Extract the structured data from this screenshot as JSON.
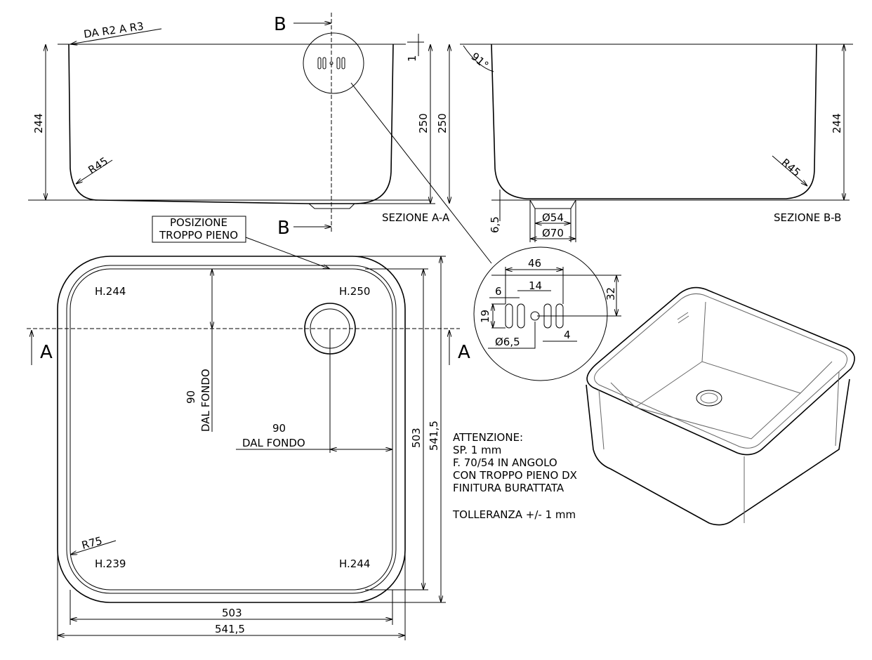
{
  "section_aa": {
    "title": "SEZIONE A-A",
    "cut_label": "B",
    "note_rim": "DA R2 A R3",
    "radius": "R45",
    "height_left": "244",
    "height_right": "250",
    "rim_offset": "1"
  },
  "section_bb": {
    "title": "SEZIONE B-B",
    "angle": "91°",
    "radius": "R45",
    "height_left": "250",
    "height_right": "244",
    "drain_depth": "6,5",
    "drain_inner": "Ø54",
    "drain_outer": "Ø70"
  },
  "plan": {
    "overflow_label_1": "POSIZIONE",
    "overflow_label_2": "TROPPO PIENO",
    "cut_label": "A",
    "corners": [
      "H.244",
      "H.250",
      "H.239",
      "H.244"
    ],
    "corner_radius": "R75",
    "offset_v_value": "90",
    "offset_v_text": "DAL FONDO",
    "offset_h_value": "90",
    "offset_h_text": "DAL FONDO",
    "inner_width": "503",
    "outer_width": "541,5",
    "inner_depth": "503",
    "outer_depth": "541,5"
  },
  "detail": {
    "width_total": "46",
    "slot_width": "6",
    "gap": "14",
    "height": "32",
    "slot_height": "19",
    "hole": "Ø6,5",
    "slot_gap": "4"
  },
  "notes": [
    "ATTENZIONE:",
    "SP. 1 mm",
    "F. 70/54 IN ANGOLO",
    "CON TROPPO PIENO DX",
    "FINITURA BURATTATA",
    "",
    "TOLLERANZA +/- 1 mm"
  ]
}
